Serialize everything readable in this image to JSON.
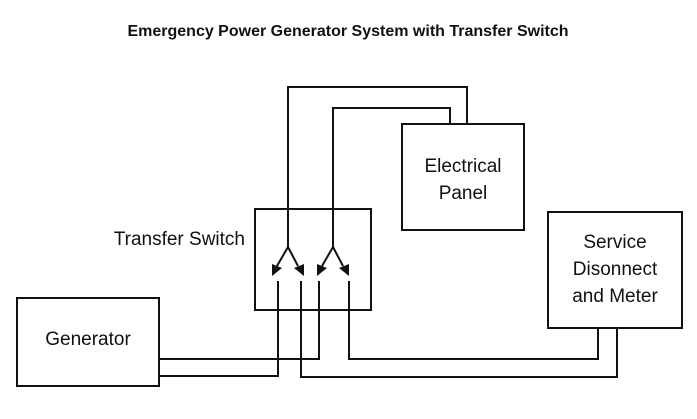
{
  "title": "Emergency Power Generator System with Transfer Switch",
  "components": {
    "generator": "Generator",
    "transfer_switch": "Transfer Switch",
    "electrical_panel": [
      "Electrical",
      "Panel"
    ],
    "service_disconnect": [
      "Service",
      "Disonnect",
      "and Meter"
    ]
  }
}
